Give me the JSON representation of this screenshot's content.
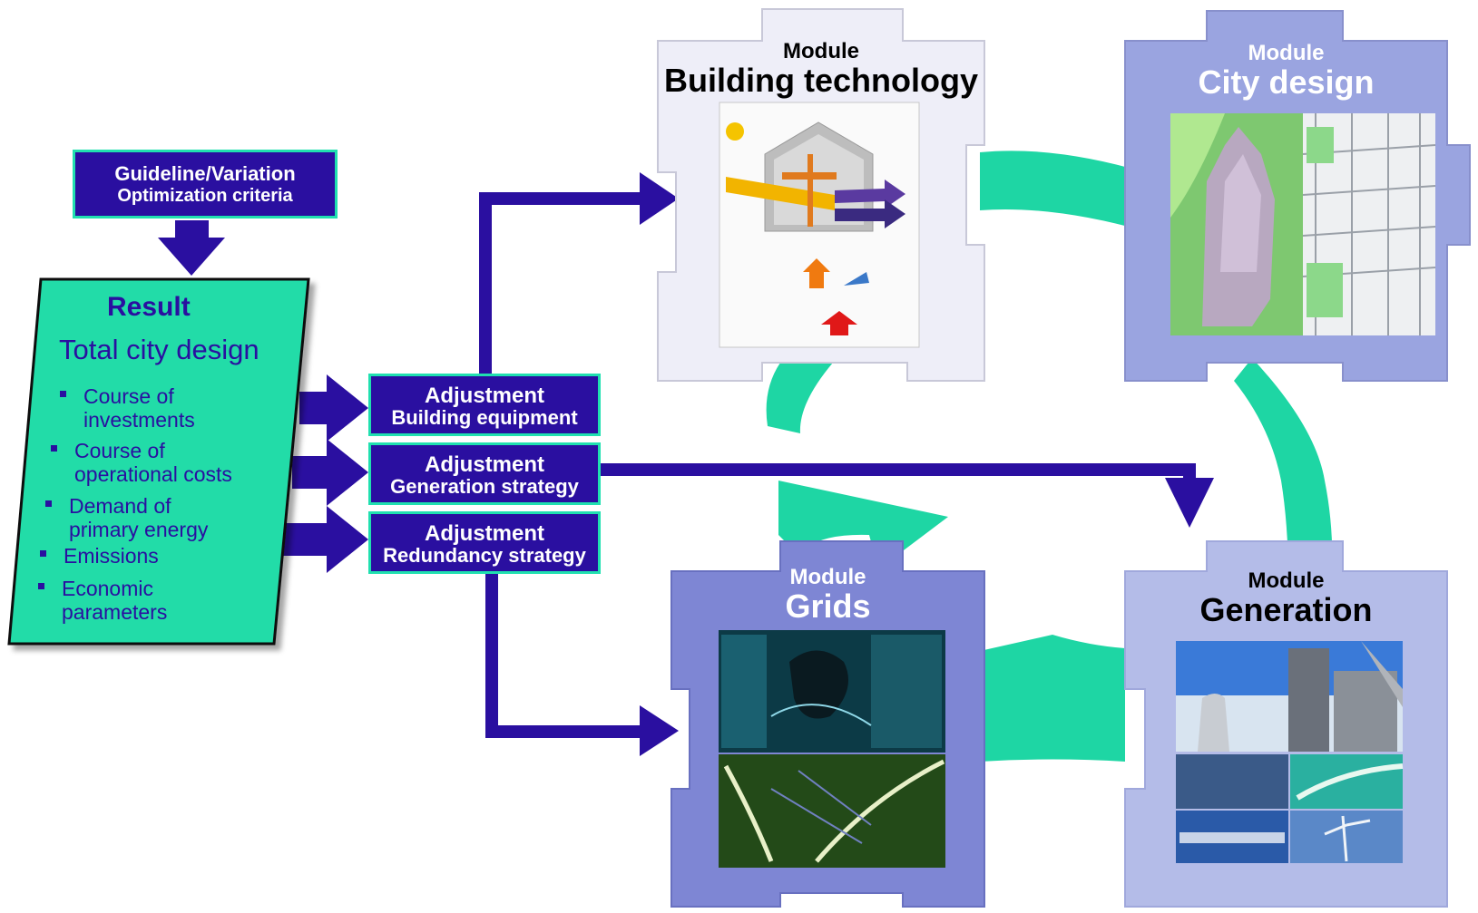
{
  "guideline": {
    "line1": "Guideline/Variation",
    "line2": "Optimization criteria"
  },
  "result": {
    "title": "Result",
    "subtitle": "Total city design",
    "bullets": [
      "Course of investments",
      "Course of operational costs",
      "Demand of primary energy",
      "Emissions",
      "Economic parameters"
    ],
    "bullet_lines": [
      [
        "Course of",
        "investments"
      ],
      [
        "Course of",
        "operational costs"
      ],
      [
        "Demand of",
        "primary energy"
      ],
      [
        "Emissions"
      ],
      [
        "Economic",
        "parameters"
      ]
    ]
  },
  "adjustments": [
    {
      "title": "Adjustment",
      "subtitle": "Building equipment"
    },
    {
      "title": "Adjustment",
      "subtitle": "Generation strategy"
    },
    {
      "title": "Adjustment",
      "subtitle": "Redundancy strategy"
    }
  ],
  "modules": {
    "building_technology": {
      "kicker": "Module",
      "name": "Building technology"
    },
    "city_design": {
      "kicker": "Module",
      "name": "City design"
    },
    "grids": {
      "kicker": "Module",
      "name": "Grids"
    },
    "generation": {
      "kicker": "Module",
      "name": "Generation"
    }
  },
  "colors": {
    "navy": "#2a0fa0",
    "teal": "#20e0b0",
    "result_fill": "#20dca8",
    "module_light": "#eeeef8",
    "module_blue": "#9aa4e0",
    "module_blue_dark": "#7e86d4",
    "module_blue_pale": "#b4bce8"
  }
}
